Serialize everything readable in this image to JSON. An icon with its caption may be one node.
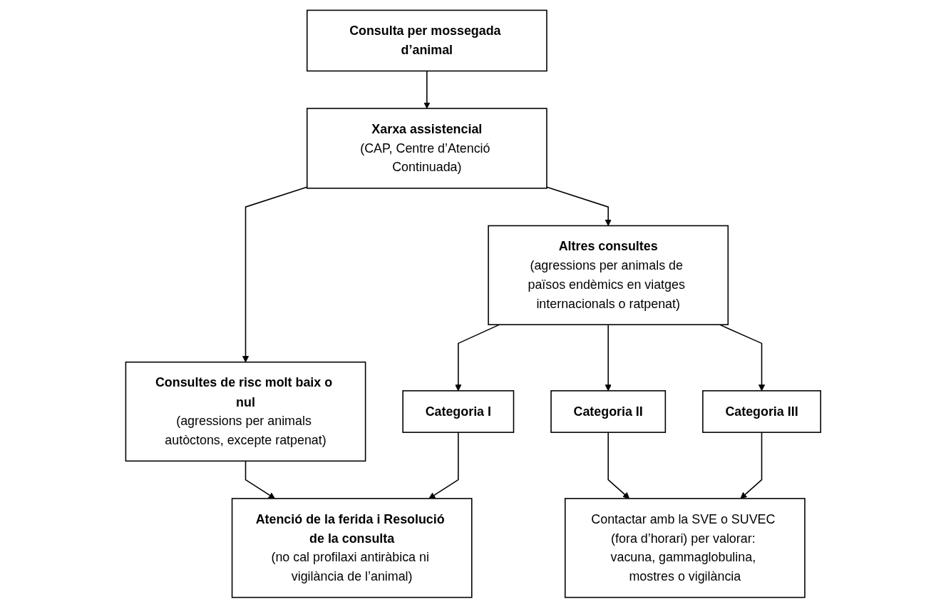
{
  "diagram": {
    "nodes": [
      {
        "text": [
          "Consulta per mossegada d’animal"
        ]
      },
      {
        "text": [
          "Xarxa assistencial",
          "(CAP, Centre d’Atenció Continuada)"
        ]
      },
      {
        "text": [
          "Consultes de risc molt baix o nul",
          "(agressions per animals autòctons, excepte ratpenat)"
        ]
      },
      {
        "text": [
          "Altres consultes",
          "(agressions per animals de països endèmics en viatges internacionals o ratpenat)"
        ]
      },
      {
        "text": [
          "Atenció de la ferida i Resolució de la consulta",
          "(no cal profilaxi antiràbica ni vigilància de l’animal)"
        ]
      },
      {
        "text": [
          "Categoria I"
        ]
      },
      {
        "text": [
          "Categoria II"
        ]
      },
      {
        "text": [
          "Categoria III"
        ]
      },
      {
        "text": [
          "Contactar amb la SVE o SUVEC (fora d’horari) per valorar: vacuna, gammaglobulina, mostres o vigilància"
        ]
      }
    ],
    "edges": [
      {
        "from": 0,
        "to": 1,
        "arrow": "to"
      },
      {
        "from": 1,
        "to": 2,
        "arrow": "to"
      },
      {
        "from": 1,
        "to": 3,
        "arrow": "to"
      },
      {
        "from": 2,
        "to": 4,
        "arrow": "to"
      },
      {
        "from": 3,
        "to": 5,
        "arrow": "to"
      },
      {
        "from": 3,
        "to": 6,
        "arrow": "to"
      },
      {
        "from": 3,
        "to": 7,
        "arrow": "to"
      },
      {
        "from": 5,
        "to": 4,
        "arrow": "to"
      },
      {
        "from": 6,
        "to": 8,
        "arrow": "to"
      },
      {
        "from": 7,
        "to": 8,
        "arrow": "to"
      }
    ]
  }
}
